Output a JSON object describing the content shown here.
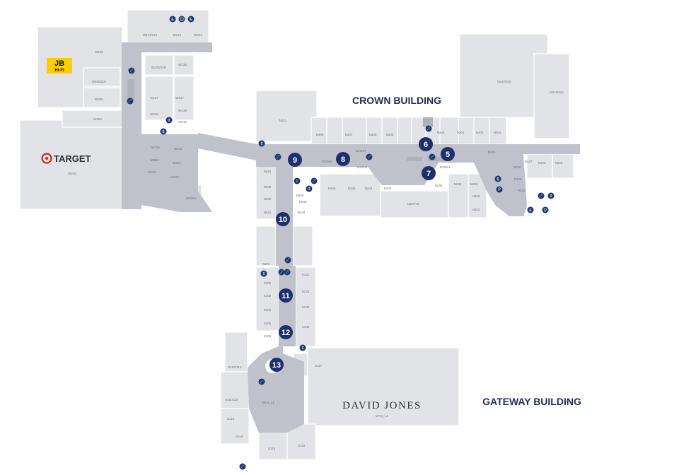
{
  "buildings": {
    "crown": "CROWN BUILDING",
    "gateway": "GATEWAY BUILDING"
  },
  "anchors": {
    "target": {
      "label": "TARGET",
      "code": "W202"
    },
    "jbhifi": {
      "line1": "JB",
      "line2": "HI-FI"
    },
    "david_jones": {
      "label": "DAVID JONES",
      "code": "S701_L1"
    }
  },
  "markers": [
    "5",
    "6",
    "7",
    "8",
    "9",
    "10",
    "11",
    "12",
    "13"
  ],
  "stores": {
    "w211_212": "W211/212",
    "w213": "W213",
    "w214": "W214",
    "w215": "W215",
    "w206_207": "W206/207",
    "w205": "W205",
    "w204": "W204",
    "w228_229": "W228/229",
    "w216": "W216",
    "w227": "W227",
    "w217": "W217",
    "w226": "W226",
    "w218": "W218",
    "w219": "W219",
    "w225": "W225",
    "w220": "W220",
    "w224": "W224",
    "w221": "W221",
    "w223": "W223",
    "w222": "W222",
    "w202a": "W202A",
    "n221": "N221",
    "n208": "N208",
    "n207": "N207",
    "n206": "N206",
    "n205": "N205",
    "n204": "N204",
    "n203": "N203",
    "n202": "N202",
    "n201": "N201",
    "n200": "N200",
    "n224": "N224",
    "n243": "N243",
    "n242": "N242",
    "n241": "N241",
    "n250": "N250",
    "n249": "N249",
    "n248": "N248",
    "n246": "N246",
    "n245": "N245",
    "n244": "N244",
    "n243b": "N243",
    "n237_42": "N237/42",
    "n236": "N236",
    "n235": "N235",
    "n234": "N234",
    "n233": "N233",
    "n232": "N232",
    "n228": "N228",
    "n227": "N227",
    "n226": "N226",
    "n225": "N225",
    "n230": "N230",
    "n231": "N231",
    "n229": "N229",
    "n219h": "N219H",
    "n220h": "N220H",
    "n222h": "N222H",
    "n223h": "N223H",
    "n217_219": "N217/219",
    "n212_214": "N212/214",
    "s101": "S101",
    "s102": "S102",
    "s103": "S103",
    "s104": "S104",
    "s105": "S105",
    "s106": "S106",
    "s121": "S121",
    "s120": "S120",
    "s109": "S109",
    "s108": "S108",
    "s117": "S117",
    "s107_110": "S107/110",
    "s111_112": "S111/112",
    "s113": "S113",
    "s114": "S114",
    "s115": "S115",
    "s116": "S116",
    "s601_l1": "S601_L1"
  },
  "facility_icons": [
    "escalator-icon",
    "lift-icon",
    "toilet-icon",
    "accessible-icon",
    "atm-icon",
    "info-icon",
    "baby-change-icon",
    "parking-icon"
  ]
}
